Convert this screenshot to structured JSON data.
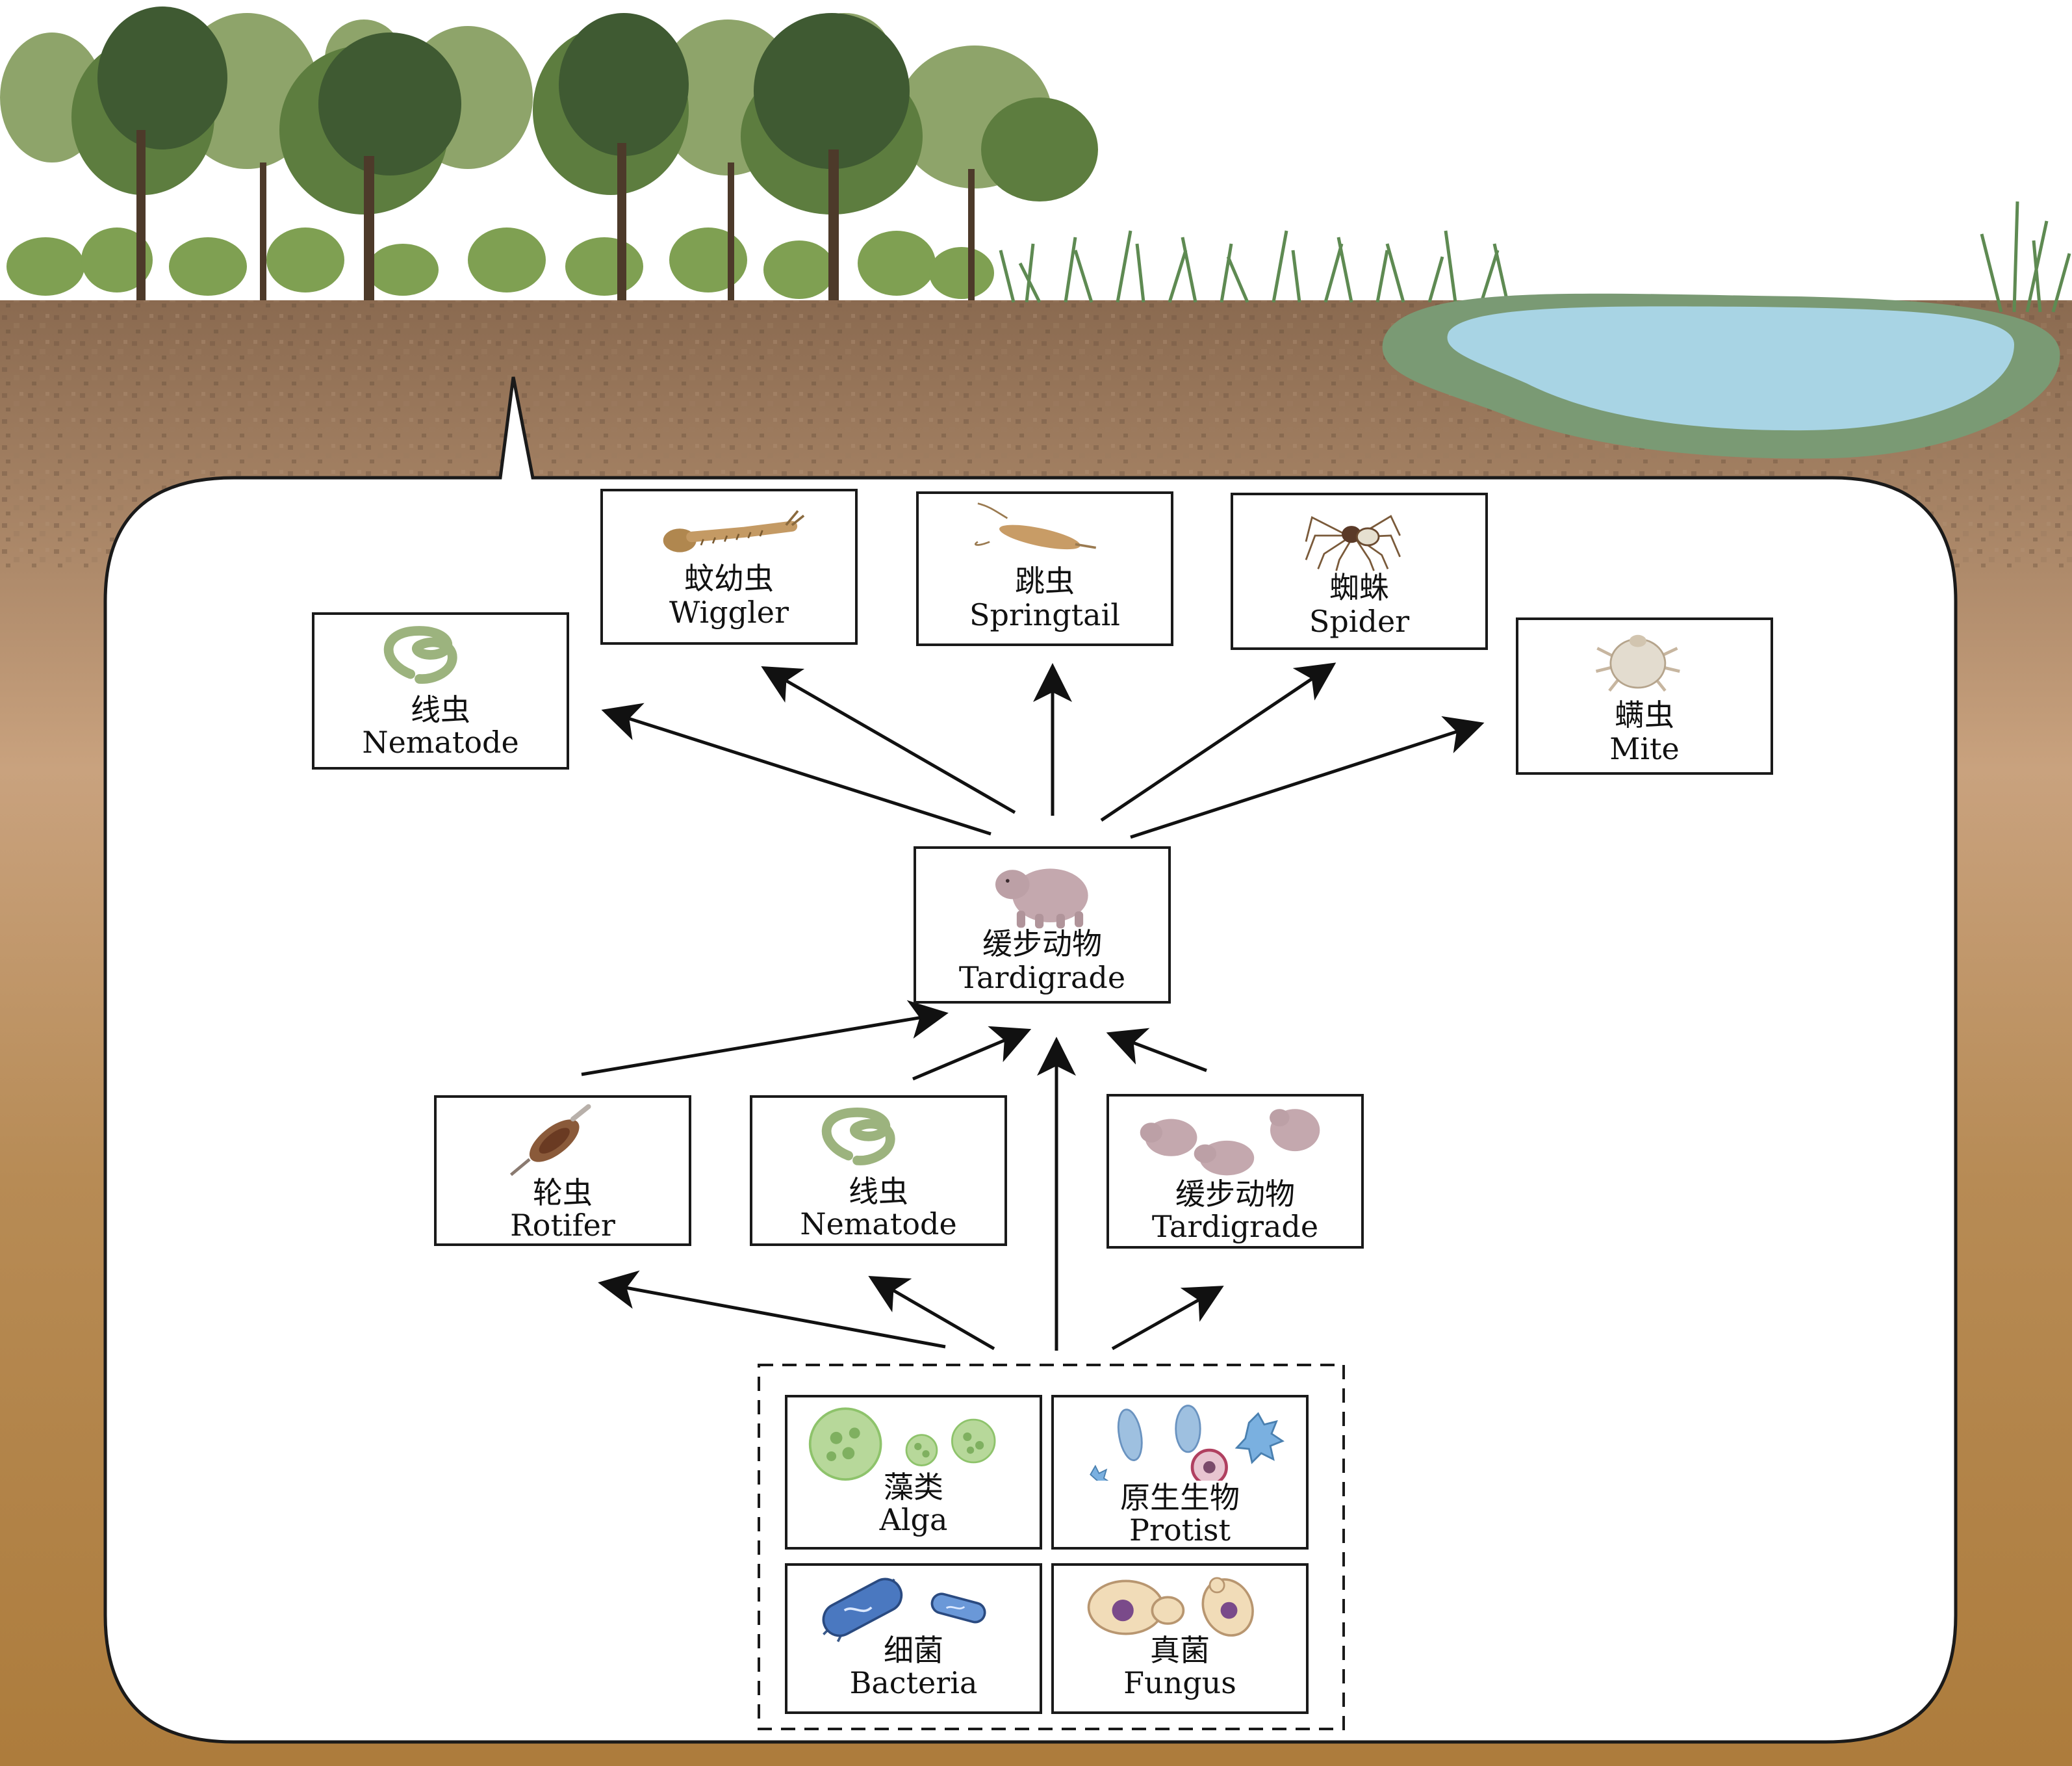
{
  "colors": {
    "soil_top": "#8a6a50",
    "soil_bottom": "#b07f3e",
    "panel_fill": "#ffffff",
    "panel_border": "#1a1a1a",
    "water": "#a8d4e4",
    "water_rim": "#7a9a74",
    "tree_dark": "#3f5a32",
    "tree_mid": "#5d7d3f",
    "tree_light": "#8ea46a",
    "arrow": "#111111"
  },
  "top_predators": [
    {
      "zh": "线虫",
      "en": "Nematode",
      "icon": "nematode-icon"
    },
    {
      "zh": "蚊幼虫",
      "en": "Wiggler",
      "icon": "wiggler-icon"
    },
    {
      "zh": "跳虫",
      "en": "Springtail",
      "icon": "springtail-icon"
    },
    {
      "zh": "蜘蛛",
      "en": "Spider",
      "icon": "spider-icon"
    },
    {
      "zh": "螨虫",
      "en": "Mite",
      "icon": "mite-icon"
    }
  ],
  "center": {
    "zh": "缓步动物",
    "en": "Tardigrade",
    "icon": "tardigrade-icon"
  },
  "middle_level": [
    {
      "zh": "轮虫",
      "en": "Rotifer",
      "icon": "rotifer-icon"
    },
    {
      "zh": "线虫",
      "en": "Nematode",
      "icon": "nematode-icon"
    },
    {
      "zh": "缓步动物",
      "en": "Tardigrade",
      "icon": "tardigrade-group-icon"
    }
  ],
  "producers": [
    {
      "zh": "藻类",
      "en": "Alga",
      "icon": "alga-icon"
    },
    {
      "zh": "原生生物",
      "en": "Protist",
      "icon": "protist-icon"
    },
    {
      "zh": "细菌",
      "en": "Bacteria",
      "icon": "bacteria-icon"
    },
    {
      "zh": "真菌",
      "en": "Fungus",
      "icon": "fungus-icon"
    }
  ]
}
